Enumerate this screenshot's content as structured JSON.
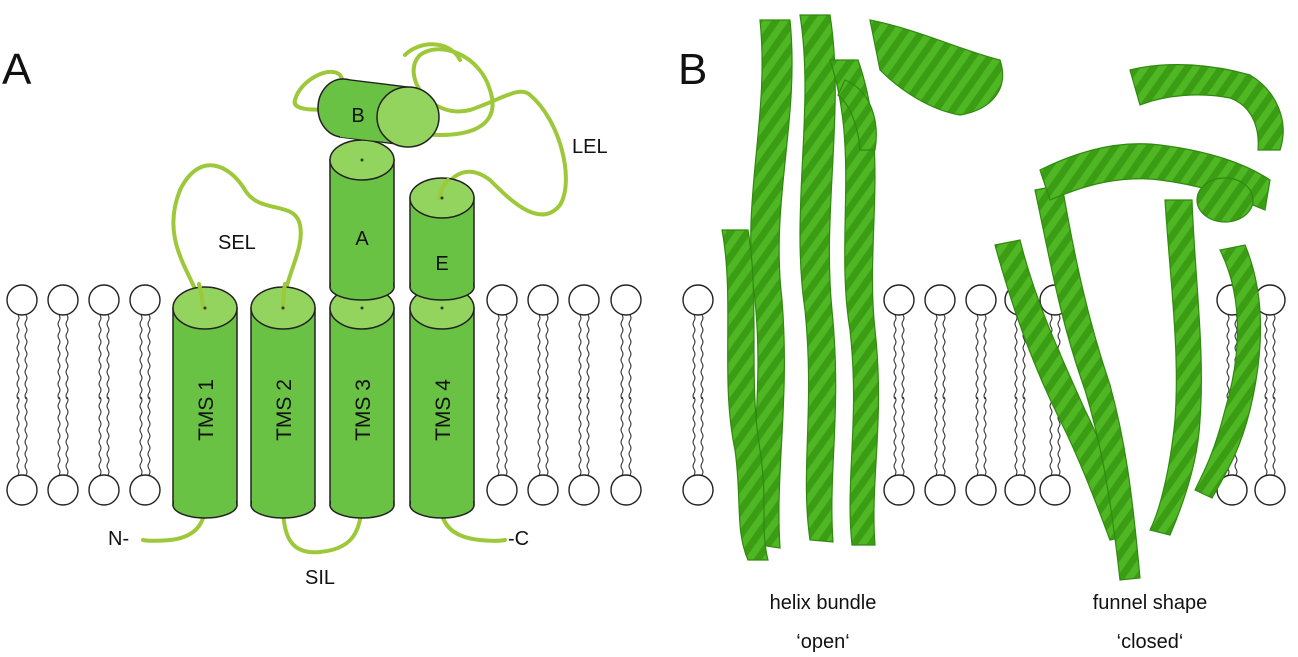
{
  "panel_a": {
    "letter": "A",
    "helices": [
      "TMS 1",
      "TMS 2",
      "TMS 3",
      "TMS 4"
    ],
    "extracellular_helices": [
      "A",
      "B",
      "E"
    ],
    "loops": {
      "small_extracellular": "SEL",
      "large_extracellular": "LEL",
      "small_intracellular": "SIL"
    },
    "termini": {
      "n": "N-",
      "c": "-C"
    }
  },
  "panel_b": {
    "letter": "B",
    "structures": [
      {
        "caption": "helix bundle",
        "state": "‘open‘"
      },
      {
        "caption": "funnel shape",
        "state": "‘closed‘"
      }
    ]
  },
  "colors": {
    "helix_body": "#6ac244",
    "helix_cap": "#93d45e",
    "loop": "#9cc83a",
    "ribbon": "#49b21d",
    "ribbon_dark": "#2f8a0e",
    "lipid_head_stroke": "#222222"
  }
}
